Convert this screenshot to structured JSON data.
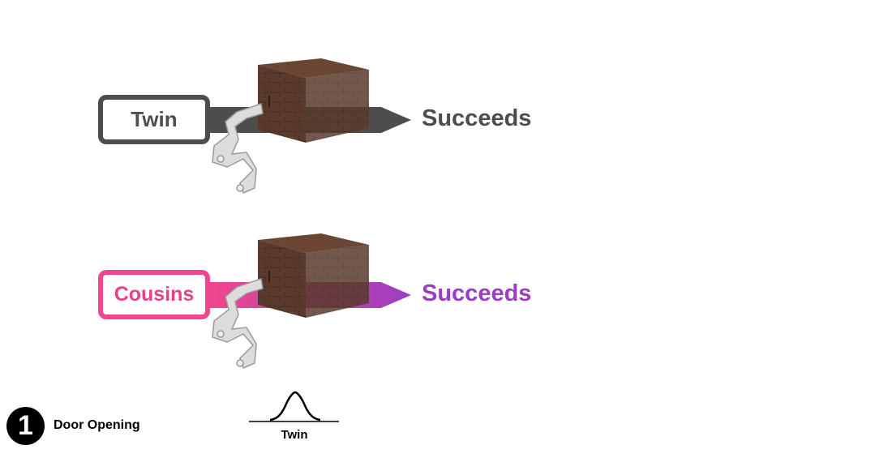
{
  "rows": [
    {
      "label": "Twin",
      "outcome": "Succeeds",
      "color": "#4d4d4d"
    },
    {
      "label": "Cousins",
      "outcome": "Succeeds",
      "color": "#ec3f8a",
      "outcome_color": "#9a3fc2"
    }
  ],
  "task": {
    "number": "1",
    "name": "Door Opening"
  },
  "distribution": {
    "label": "Twin"
  },
  "colors": {
    "cabinet": "#5a3a2c",
    "robot": "#d9d9d9",
    "arrow_twin": "#4d4d4d",
    "arrow_cousins_start": "#f0468f",
    "arrow_cousins_end": "#9a3fc2"
  },
  "icons": [
    "robot-arm-icon",
    "cabinet-icon",
    "gaussian-curve-icon"
  ]
}
